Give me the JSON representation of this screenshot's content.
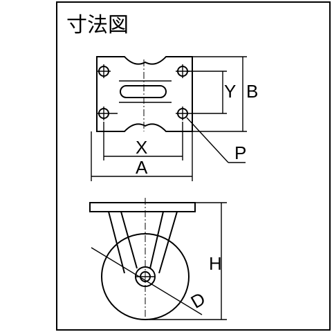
{
  "title": "寸法図",
  "labels": {
    "A": "A",
    "B": "B",
    "X": "X",
    "Y": "Y",
    "P": "P",
    "H": "H",
    "D": "D"
  },
  "colors": {
    "line": "#000000",
    "background": "#ffffff"
  }
}
